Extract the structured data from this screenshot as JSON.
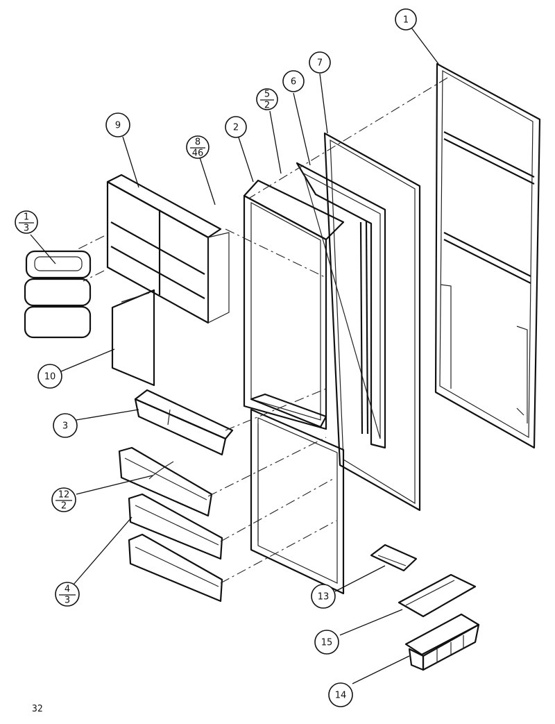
{
  "page_number": "32",
  "callouts": [
    {
      "id": "c1",
      "label": "1"
    },
    {
      "id": "c2",
      "label": "2"
    },
    {
      "id": "c3",
      "label": "3"
    },
    {
      "id": "c52",
      "top": "5",
      "bottom": "2"
    },
    {
      "id": "c6",
      "label": "6"
    },
    {
      "id": "c7",
      "label": "7"
    },
    {
      "id": "c846",
      "top": "8",
      "bottom": "46"
    },
    {
      "id": "c9",
      "label": "9"
    },
    {
      "id": "c13a",
      "top": "1",
      "bottom": "3"
    },
    {
      "id": "c10",
      "label": "10"
    },
    {
      "id": "c122",
      "top": "12",
      "bottom": "2"
    },
    {
      "id": "c43",
      "top": "4",
      "bottom": "3"
    },
    {
      "id": "c13",
      "label": "13"
    },
    {
      "id": "c15",
      "label": "15"
    },
    {
      "id": "c14",
      "label": "14"
    }
  ]
}
